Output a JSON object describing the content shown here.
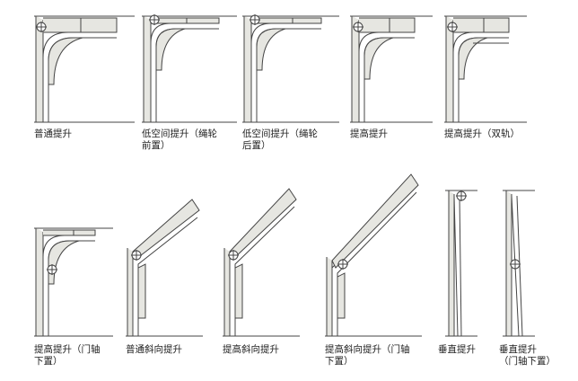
{
  "diagram": {
    "title": "",
    "items": [
      {
        "id": "standard-lift",
        "caption": "普通提升",
        "kind": "standard"
      },
      {
        "id": "low-headroom-front-spring",
        "caption": "低空间提升（绳轮\n前置）",
        "kind": "low"
      },
      {
        "id": "low-headroom-rear-spring",
        "caption": "低空间提升（绳轮\n后置）",
        "kind": "low"
      },
      {
        "id": "high-lift",
        "caption": "提高提升",
        "kind": "high"
      },
      {
        "id": "high-lift-dual-track",
        "caption": "提高提升（双轨）",
        "kind": "highdual"
      },
      {
        "id": "high-lift-door-shaft-low",
        "caption": "提高提升（门轴\n下置）",
        "kind": "highlowshaft"
      },
      {
        "id": "standard-incline-lift",
        "caption": "普通斜向提升",
        "kind": "incline"
      },
      {
        "id": "high-incline-lift",
        "caption": "提高斜向提升",
        "kind": "incline2"
      },
      {
        "id": "high-incline-shaft-low",
        "caption": "提高斜向提升（门轴\n下置）",
        "kind": "incline3"
      },
      {
        "id": "vertical-lift",
        "caption": "垂直提升",
        "kind": "vertical"
      },
      {
        "id": "vertical-lift-shaft-low",
        "caption": "垂直提升\n（门轴下置）",
        "kind": "vertical2"
      }
    ]
  },
  "colors": {
    "line": "#444444",
    "fill": "#e6e6e1",
    "bg": "#ffffff"
  }
}
